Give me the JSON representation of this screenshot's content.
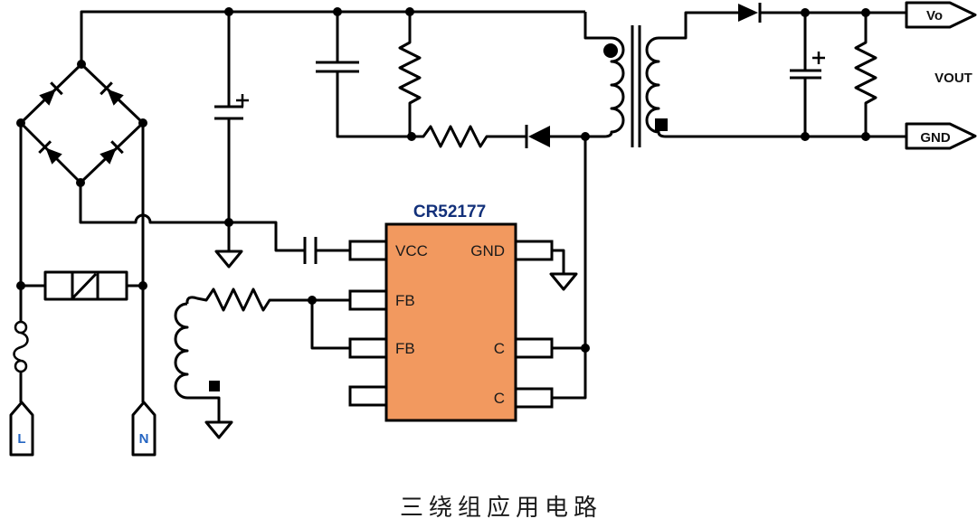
{
  "caption": {
    "text": "三绕组应用电路"
  },
  "ic": {
    "title": "CR52177",
    "title_color": "#12307a",
    "body_color": "#F2995F",
    "pins": {
      "vcc": "VCC",
      "gnd": "GND",
      "fb1": "FB",
      "fb2": "FB",
      "c1": "C",
      "c2": "C"
    }
  },
  "terminals": {
    "line": "L",
    "neutral": "N",
    "vo": "Vo",
    "gnd": "GND",
    "vout": "VOUT",
    "ln_color": "#2565c2"
  },
  "colors": {
    "wire": "#000000",
    "background": "#ffffff"
  },
  "components": [
    "bridge-rectifier",
    "varistor",
    "fuse",
    "bulk-electrolytic-capacitor",
    "snubber-capacitor",
    "snubber-resistor",
    "clamp-resistor",
    "clamp-diode",
    "three-winding-transformer",
    "auxiliary-winding",
    "feedback-resistor",
    "vcc-capacitor",
    "output-rectifier-diode",
    "output-electrolytic-capacitor",
    "load-resistor",
    "ground-symbol",
    "line-terminal",
    "neutral-terminal",
    "vo-terminal",
    "gnd-terminal"
  ]
}
